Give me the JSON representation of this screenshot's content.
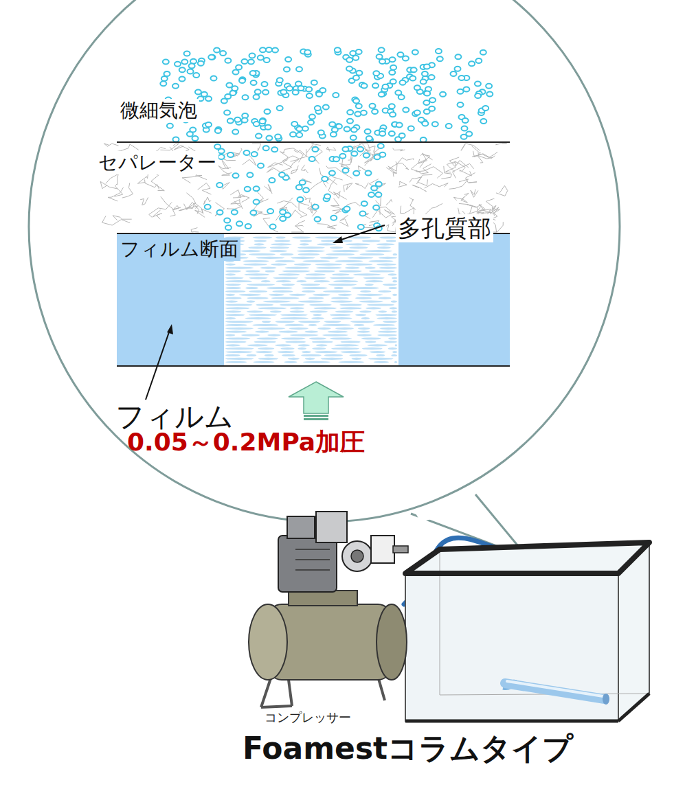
{
  "diagram": {
    "title": "Foamestコラムタイプ",
    "labels": [
      "微細気泡",
      "セパレーター",
      "フィルム断面",
      "多孔質部",
      "フィルム",
      "0.05～0.2MPa加圧",
      "コンプレッサー"
    ]
  }
}
